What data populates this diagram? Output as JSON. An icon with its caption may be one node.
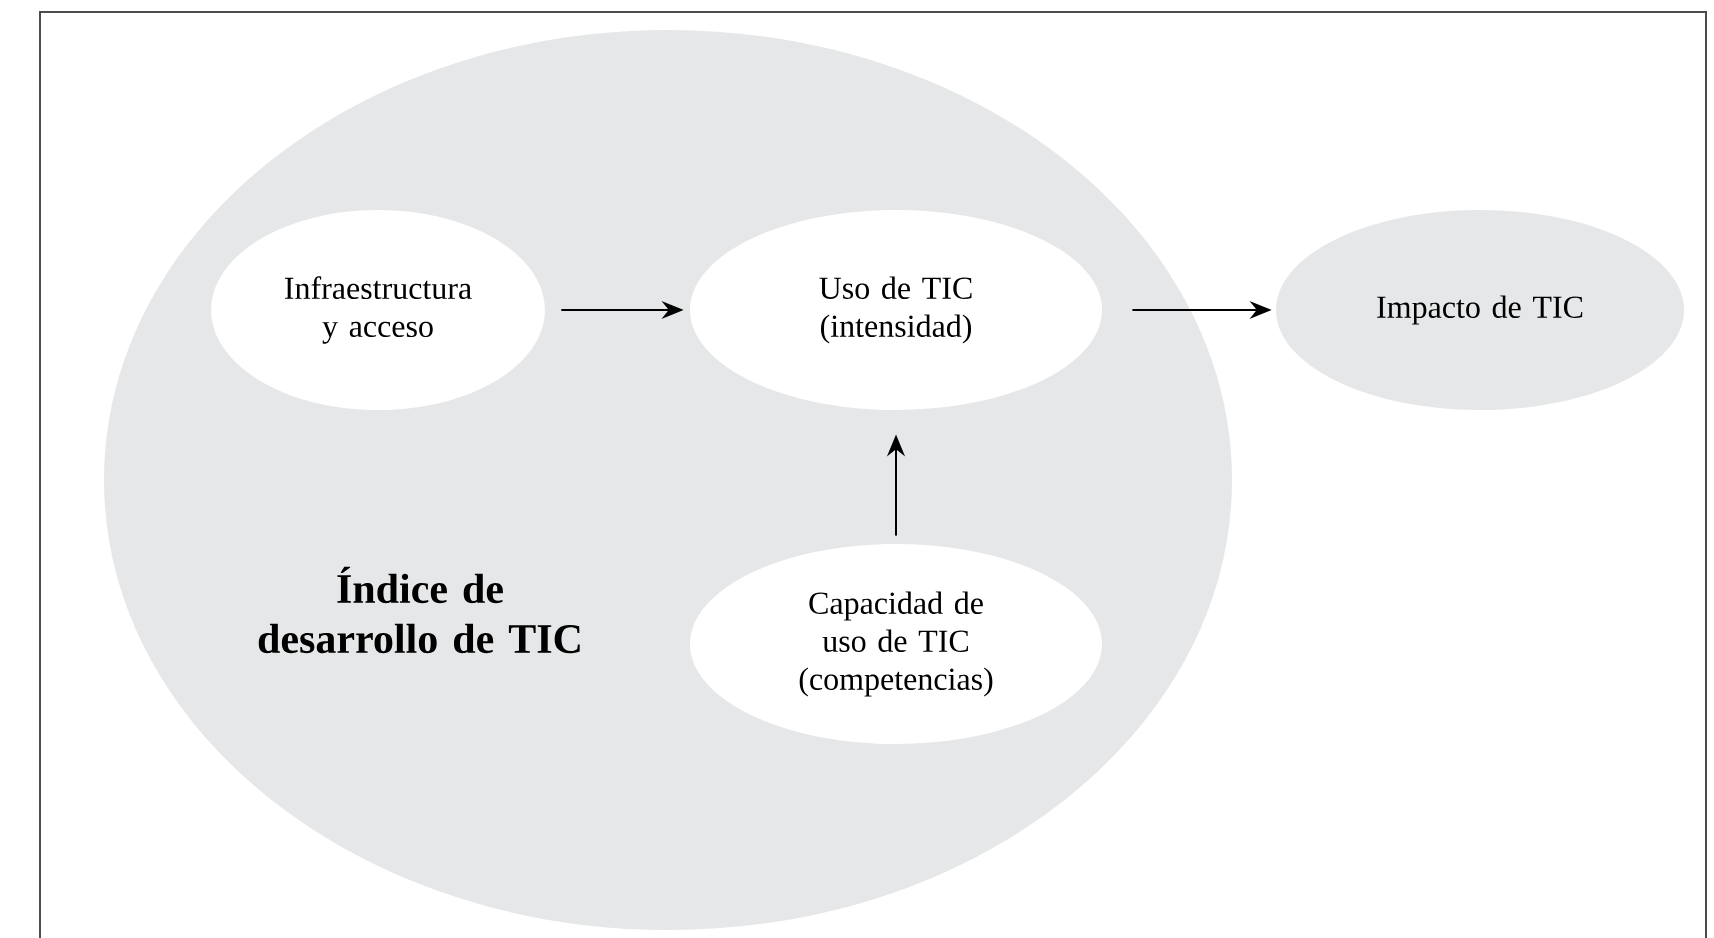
{
  "diagram": {
    "nodes": [
      {
        "text": [
          "Índice de desarrollo de TIC"
        ]
      },
      {
        "text": [
          "Infraestructura y acceso"
        ],
        "in": 0
      },
      {
        "text": [
          "Uso de TIC (intensidad)"
        ],
        "in": 0
      },
      {
        "text": [
          "Capacidad de uso de TIC (competencias)"
        ],
        "in": 0
      },
      {
        "text": [
          "Impacto de TIC"
        ]
      }
    ],
    "edges": [
      {
        "from": 1,
        "to": 2,
        "arrow": "to"
      },
      {
        "from": 3,
        "to": 2,
        "arrow": "to"
      },
      {
        "from": 2,
        "to": 4,
        "arrow": "to"
      }
    ]
  }
}
